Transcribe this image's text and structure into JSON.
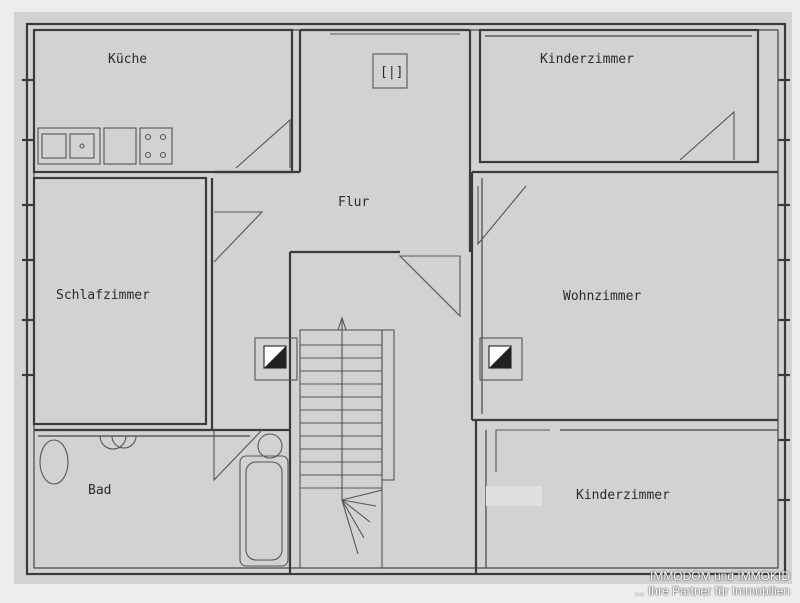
{
  "colors": {
    "paper": "#d2d2d2",
    "line": "#3a3a3a",
    "background": "#ededed"
  },
  "rooms": {
    "kueche": "Küche",
    "kinderzimmer_top": "Kinderzimmer",
    "flur": "Flur",
    "schlafzimmer": "Schlafzimmer",
    "wohnzimmer": "Wohnzimmer",
    "bad": "Bad",
    "kinderzimmer_bottom": "Kinderzimmer"
  },
  "symbols": {
    "chimney_mark": "[|]"
  },
  "watermark": {
    "line1": "IMMODOM und IMMOKID",
    "line2": "... Ihre Partner für Immobilien"
  }
}
